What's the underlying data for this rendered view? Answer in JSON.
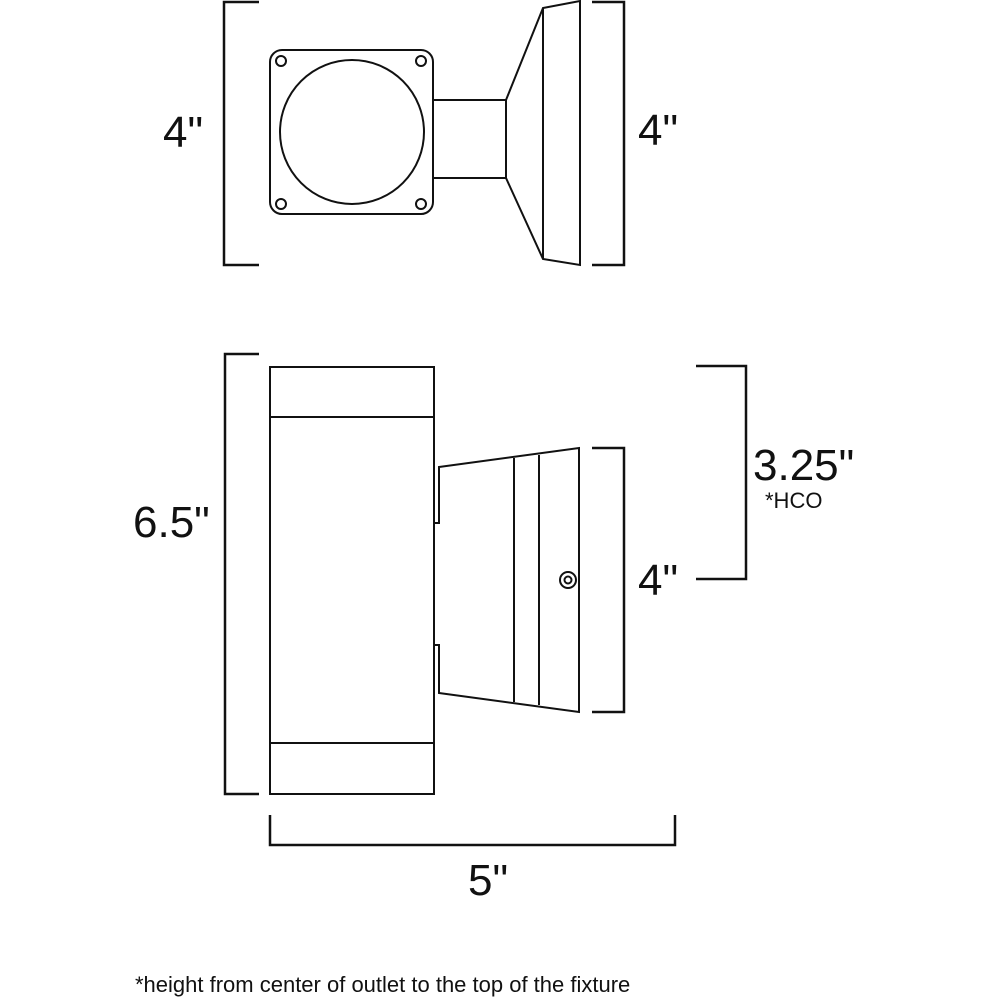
{
  "top_view": {
    "left_height_label": "4\"",
    "right_height_label": "4\""
  },
  "side_view": {
    "height_label": "6.5\"",
    "head_height_label": "4\"",
    "hco_label": "3.25\"",
    "hco_note": "*HCO",
    "width_label": "5\""
  },
  "footnote": "*height from center of outlet to the top of the fixture"
}
